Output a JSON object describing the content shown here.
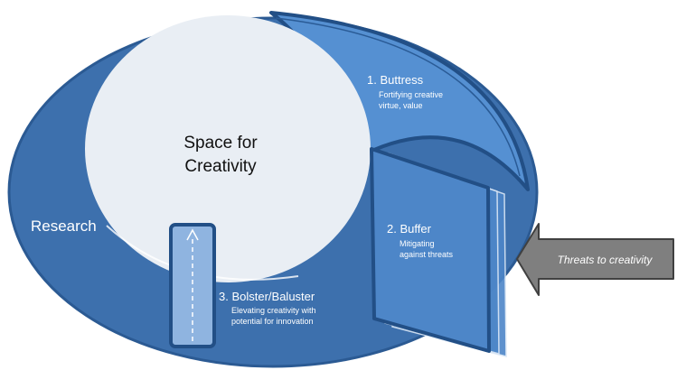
{
  "diagram": {
    "outer_label": "Research",
    "center_label_line1": "Space for",
    "center_label_line2": "Creativity",
    "buttress": {
      "title": "1. Buttress",
      "desc_line1": "Fortifying creative",
      "desc_line2": "virtue, value"
    },
    "buffer": {
      "title": "2. Buffer",
      "desc_line1": "Mitigating",
      "desc_line2": "against threats"
    },
    "bolster": {
      "title": "3. Bolster/Baluster",
      "desc_line1": "Elevating creativity with",
      "desc_line2": "potential for innovation"
    },
    "threats_label": "Threats to creativity"
  },
  "colors": {
    "outer_fill": "#3d70ad",
    "outer_stroke": "#2b5a93",
    "inner_fill": "#e9eef4",
    "buttress_fill": "#5590d2",
    "buffer_fill": "#4d86c8",
    "bolster_fill": "#8fb4e0",
    "arrow_fill": "#7f7f7f",
    "label_white": "#ffffff"
  }
}
